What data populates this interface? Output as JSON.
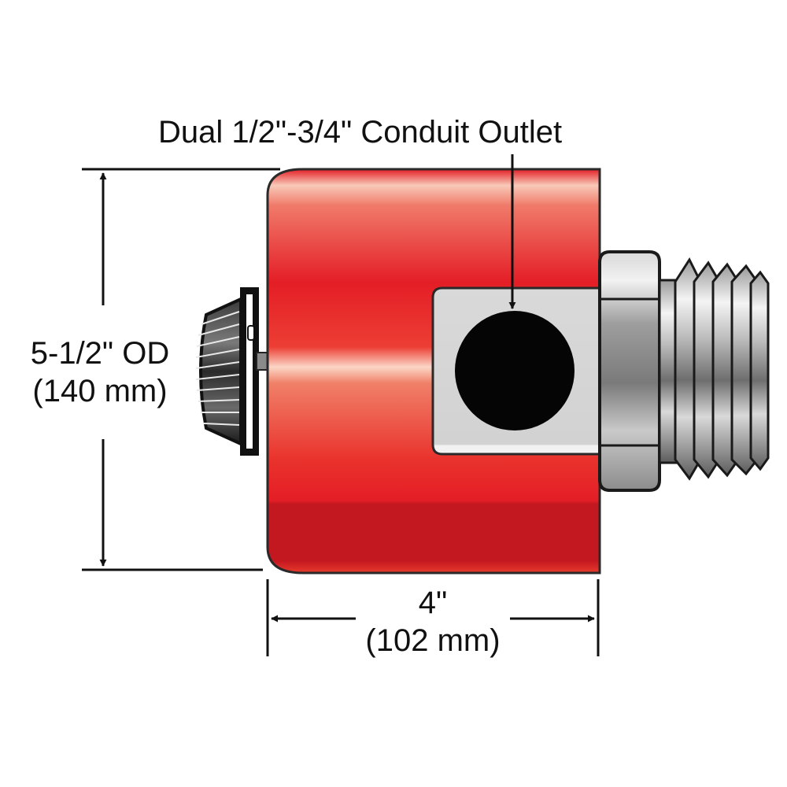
{
  "callout": {
    "text": "Dual 1/2\"-3/4\" Conduit Outlet"
  },
  "dimensions": {
    "height": {
      "imperial": "5-1/2\" OD",
      "metric": "(140 mm)"
    },
    "width": {
      "imperial": "4\"",
      "metric": "(102 mm)"
    }
  },
  "colors": {
    "housing_red": "#e41e26",
    "housing_dark_red": "#c41820",
    "housing_highlight": "#f59a80",
    "outlet_plate": "#d7d7d7",
    "metal_light": "#e6e6e6",
    "metal_dark": "#6f6f6f",
    "outline": "#2a2a2a",
    "dimension_line": "#111111"
  }
}
